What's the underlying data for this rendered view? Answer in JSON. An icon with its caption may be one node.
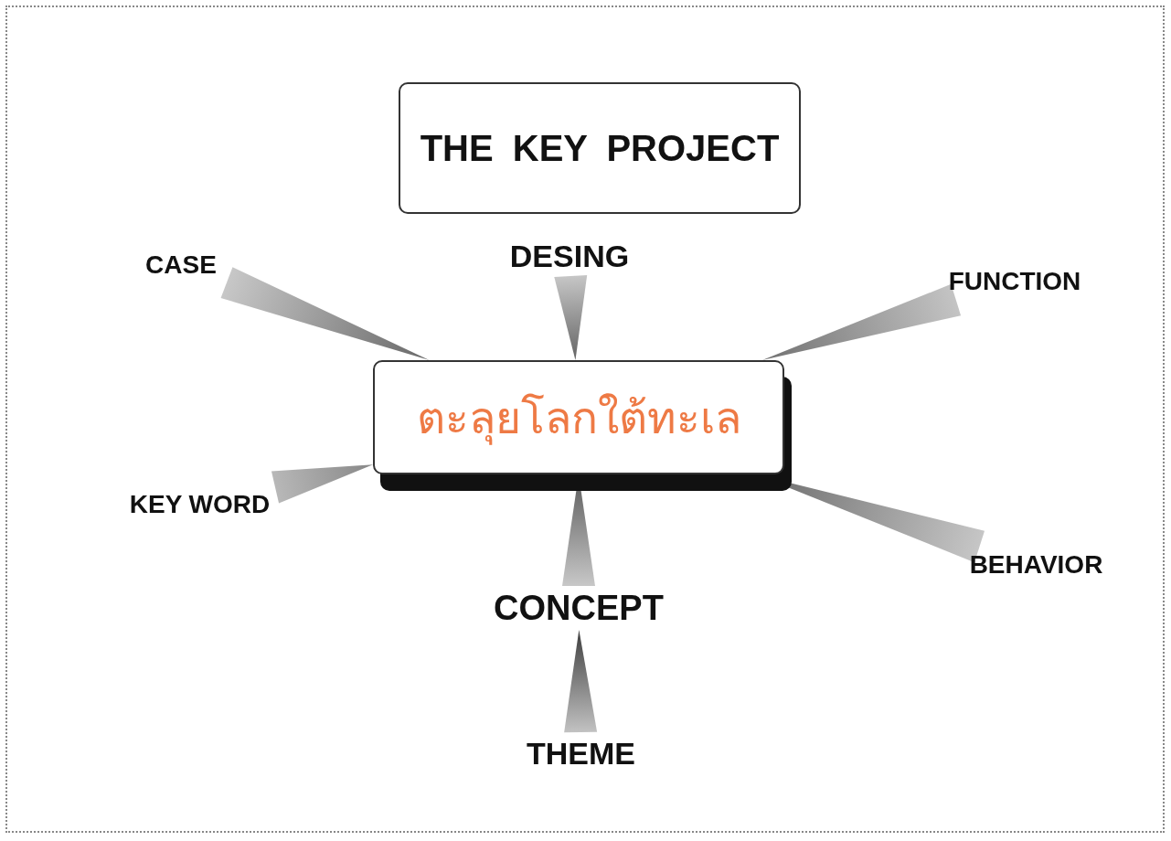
{
  "diagram": {
    "nodes": [
      {
        "text": [
          "THE KEY PROJECT"
        ]
      },
      {
        "text": [
          "ตะลุยโลกใต้ทะเล"
        ]
      },
      {
        "text": [
          "DESING"
        ]
      },
      {
        "text": [
          "CASE"
        ]
      },
      {
        "text": [
          "FUNCTION"
        ]
      },
      {
        "text": [
          "KEY WORD"
        ]
      },
      {
        "text": [
          "BEHAVIOR"
        ]
      },
      {
        "text": [
          "CONCEPT"
        ]
      },
      {
        "text": [
          "THEME"
        ]
      }
    ],
    "edges": [
      {
        "from": 1,
        "to": 2,
        "arrow": "none"
      },
      {
        "from": 1,
        "to": 3,
        "arrow": "none"
      },
      {
        "from": 1,
        "to": 4,
        "arrow": "none"
      },
      {
        "from": 1,
        "to": 5,
        "arrow": "none"
      },
      {
        "from": 1,
        "to": 6,
        "arrow": "none"
      },
      {
        "from": 1,
        "to": 7,
        "arrow": "none"
      },
      {
        "from": 7,
        "to": 8,
        "arrow": "none"
      }
    ]
  }
}
